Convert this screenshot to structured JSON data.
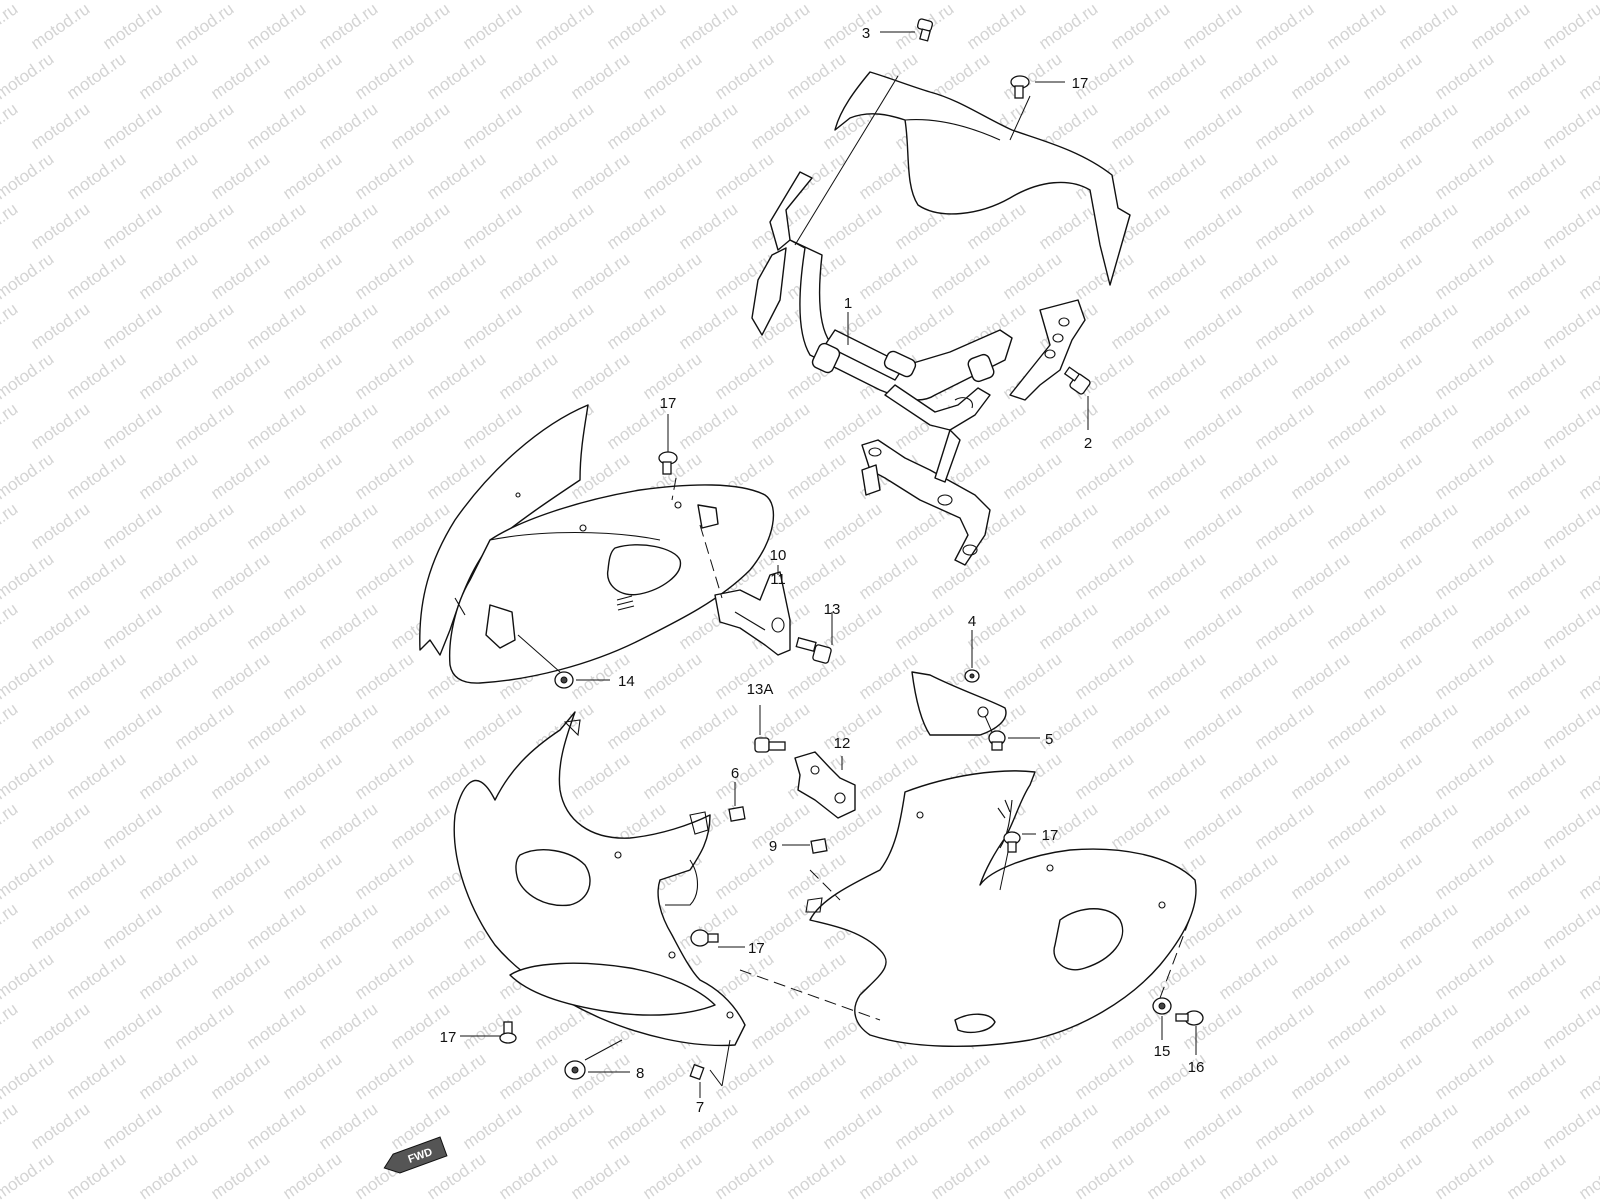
{
  "watermark": {
    "text": "motod.ru",
    "color": "#d4d4d4"
  },
  "direction_badge": {
    "label": "FWD",
    "icon": "forward-arrow-icon"
  },
  "callouts": [
    {
      "id": "c-3",
      "label": "3"
    },
    {
      "id": "c-17a",
      "label": "17"
    },
    {
      "id": "c-1",
      "label": "1"
    },
    {
      "id": "c-2",
      "label": "2"
    },
    {
      "id": "c-17b",
      "label": "17"
    },
    {
      "id": "c-10",
      "label": "10"
    },
    {
      "id": "c-11",
      "label": "11"
    },
    {
      "id": "c-13",
      "label": "13"
    },
    {
      "id": "c-4",
      "label": "4"
    },
    {
      "id": "c-14",
      "label": "14"
    },
    {
      "id": "c-13a",
      "label": "13A"
    },
    {
      "id": "c-5",
      "label": "5"
    },
    {
      "id": "c-12",
      "label": "12"
    },
    {
      "id": "c-6",
      "label": "6"
    },
    {
      "id": "c-9",
      "label": "9"
    },
    {
      "id": "c-17c",
      "label": "17"
    },
    {
      "id": "c-17d",
      "label": "17"
    },
    {
      "id": "c-17e",
      "label": "17"
    },
    {
      "id": "c-8",
      "label": "8"
    },
    {
      "id": "c-7",
      "label": "7"
    },
    {
      "id": "c-15",
      "label": "15"
    },
    {
      "id": "c-16",
      "label": "16"
    }
  ]
}
